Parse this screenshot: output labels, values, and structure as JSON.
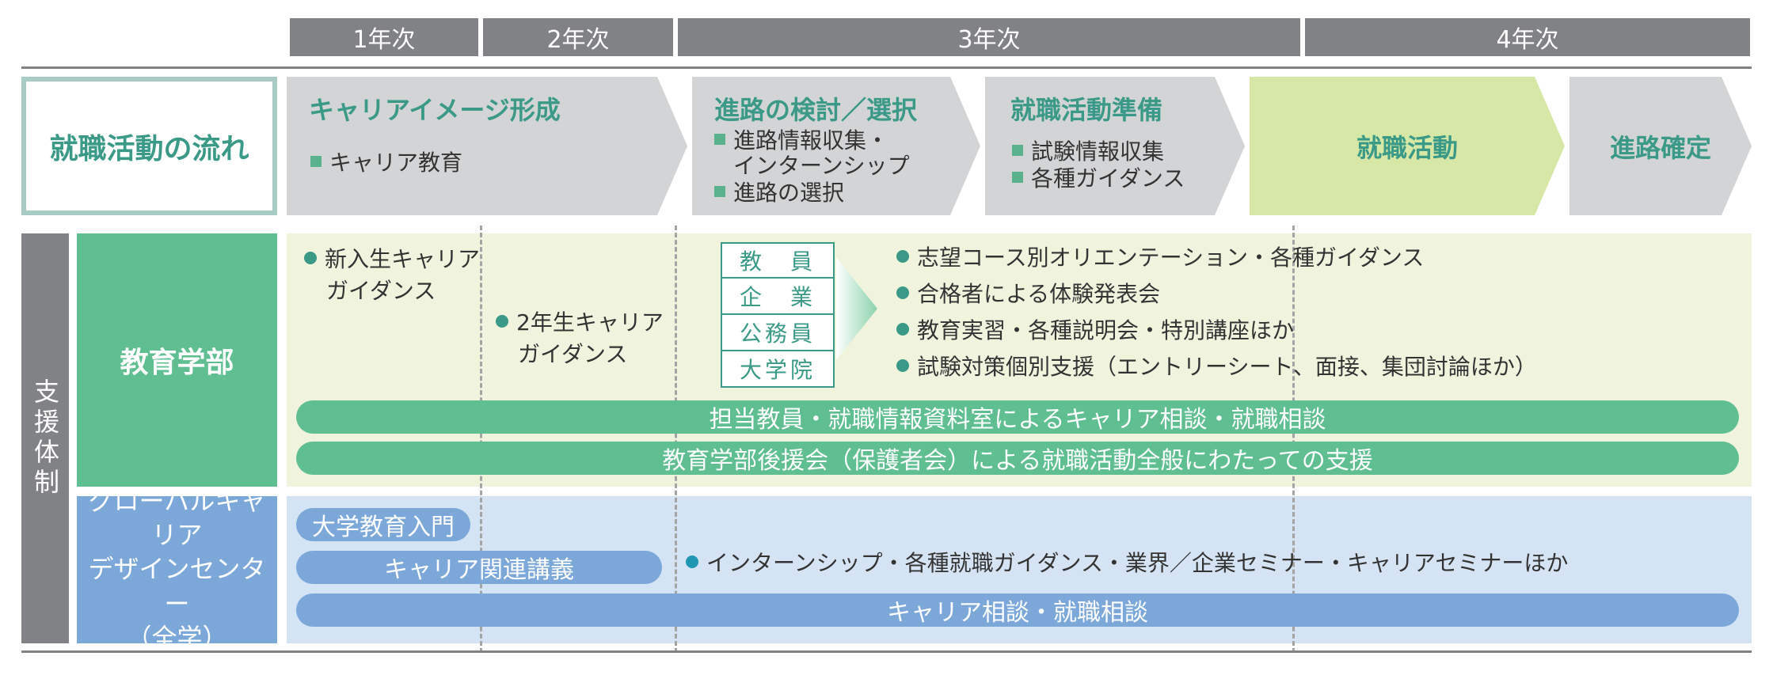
{
  "years": [
    "1年次",
    "2年次",
    "3年次",
    "4年次"
  ],
  "flow": {
    "label": "就職活動の流れ",
    "phases": [
      {
        "title": "キャリアイメージ形成",
        "items": [
          "キャリア教育"
        ]
      },
      {
        "title": "進路の検討／選択",
        "items": [
          "進路情報収集・",
          "インターンシップ",
          "進路の選択"
        ]
      },
      {
        "title": "就職活動準備",
        "items": [
          "試験情報収集",
          "各種ガイダンス"
        ]
      },
      {
        "title": "就職活動",
        "items": []
      },
      {
        "title": "進路確定",
        "items": []
      }
    ]
  },
  "support": {
    "side_label": "支援体制",
    "education": {
      "label": "教育学部",
      "first_year": [
        "新入生キャリア",
        "ガイダンス"
      ],
      "second_year": [
        "2年生キャリア",
        "ガイダンス"
      ],
      "roles": [
        "教　員",
        "企　業",
        "公務員",
        "大学院"
      ],
      "bullets": [
        "志望コース別オリエンテーション・各種ガイダンス",
        "合格者による体験発表会",
        "教育実習・各種説明会・特別講座ほか",
        "試験対策個別支援（エントリーシート、面接、集団討論ほか）"
      ],
      "bars": [
        "担当教員・就職情報資料室によるキャリア相談・就職相談",
        "教育学部後援会（保護者会）による就職活動全般にわたっての支援"
      ]
    },
    "gcd": {
      "label_lines": [
        "グローバルキャリア",
        "デザインセンター",
        "（全学）"
      ],
      "pill_intro": "大学教育入門",
      "pill_lecture": "キャリア関連講義",
      "bullet": "インターンシップ・各種就職ガイダンス・業界／企業セミナー・キャリアセミナーほか",
      "bar": "キャリア相談・就職相談"
    }
  }
}
